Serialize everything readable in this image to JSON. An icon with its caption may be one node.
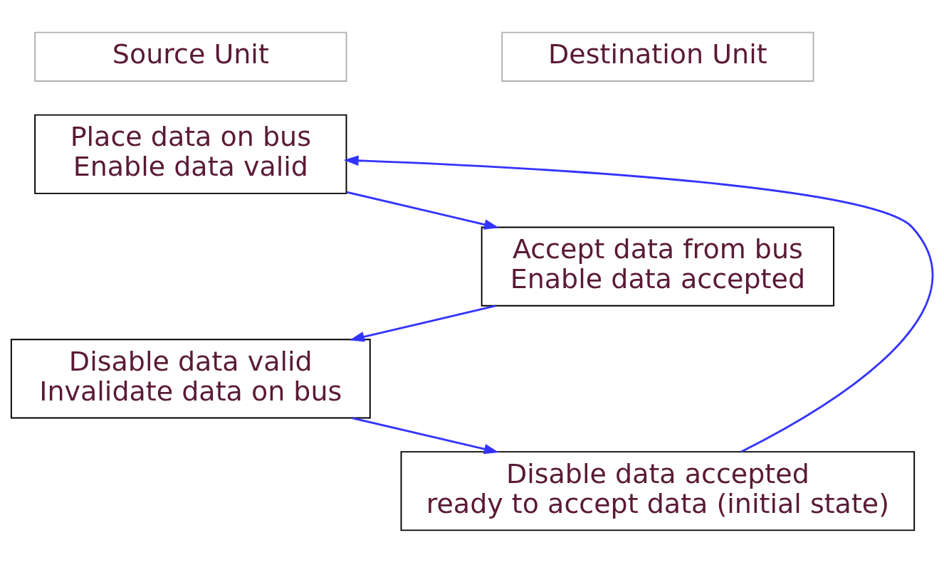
{
  "diagram": {
    "nodes": [
      {
        "text": [
          "Source Unit"
        ]
      },
      {
        "text": [
          "Destination Unit"
        ]
      },
      {
        "text": [
          "Place data on bus",
          "Enable data valid"
        ]
      },
      {
        "text": [
          "Accept data from bus",
          "Enable data accepted"
        ]
      },
      {
        "text": [
          "Disable data valid",
          "Invalidate data on bus"
        ]
      },
      {
        "text": [
          "Disable data accepted",
          "ready to accept data (initial state)"
        ]
      }
    ],
    "edges": [
      {
        "from": 2,
        "to": 3,
        "arrow": "to"
      },
      {
        "from": 3,
        "to": 4,
        "arrow": "to"
      },
      {
        "from": 4,
        "to": 5,
        "arrow": "to"
      },
      {
        "from": 5,
        "to": 2,
        "arrow": "to"
      }
    ]
  }
}
